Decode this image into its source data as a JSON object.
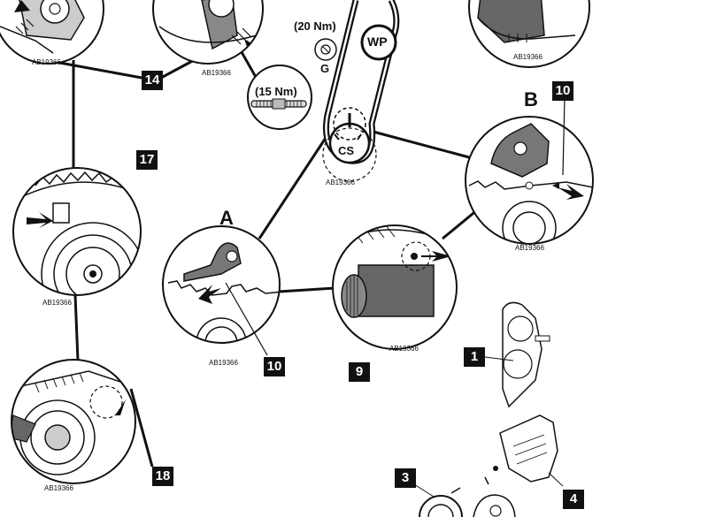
{
  "figure_code": "AB19366",
  "callouts": {
    "c1": "1",
    "c3": "3",
    "c4": "4",
    "c9": "9",
    "c10_a": "10",
    "c10_b": "10",
    "c14": "14",
    "c17": "17",
    "c18": "18"
  },
  "details": {
    "a": "A",
    "b": "B"
  },
  "components": {
    "water_pump": "WP",
    "crankshaft": "CS",
    "idler": "G"
  },
  "torques": {
    "idler": "(20 Nm)",
    "stud": "(15 Nm)"
  }
}
